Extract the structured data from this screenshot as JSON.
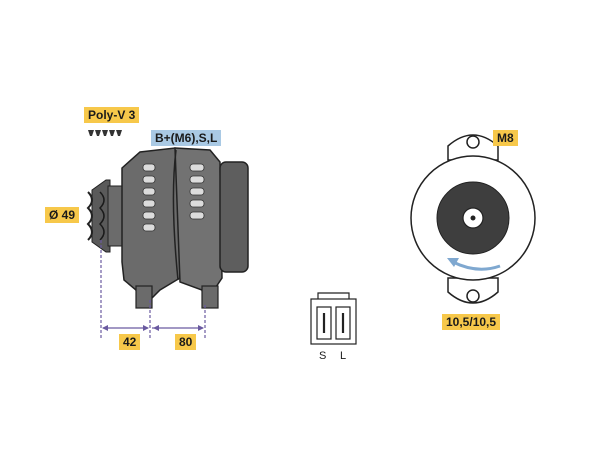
{
  "labels": {
    "poly_v": "Poly-V 3",
    "terminal": "B+(M6),S,L",
    "diameter": "Ø 49",
    "dim_42": "42",
    "dim_80": "80",
    "mount_bolt": "M8",
    "mount_holes": "10,5/10,5",
    "connector_s": "S",
    "connector_l": "L"
  },
  "colors": {
    "label_yellow": "#f7c84a",
    "label_blue": "#a9c9e4",
    "body_gray": "#6b6b6b",
    "rotation_arrow": "#7fa8d0",
    "dimension_line": "#6a5aa0"
  }
}
